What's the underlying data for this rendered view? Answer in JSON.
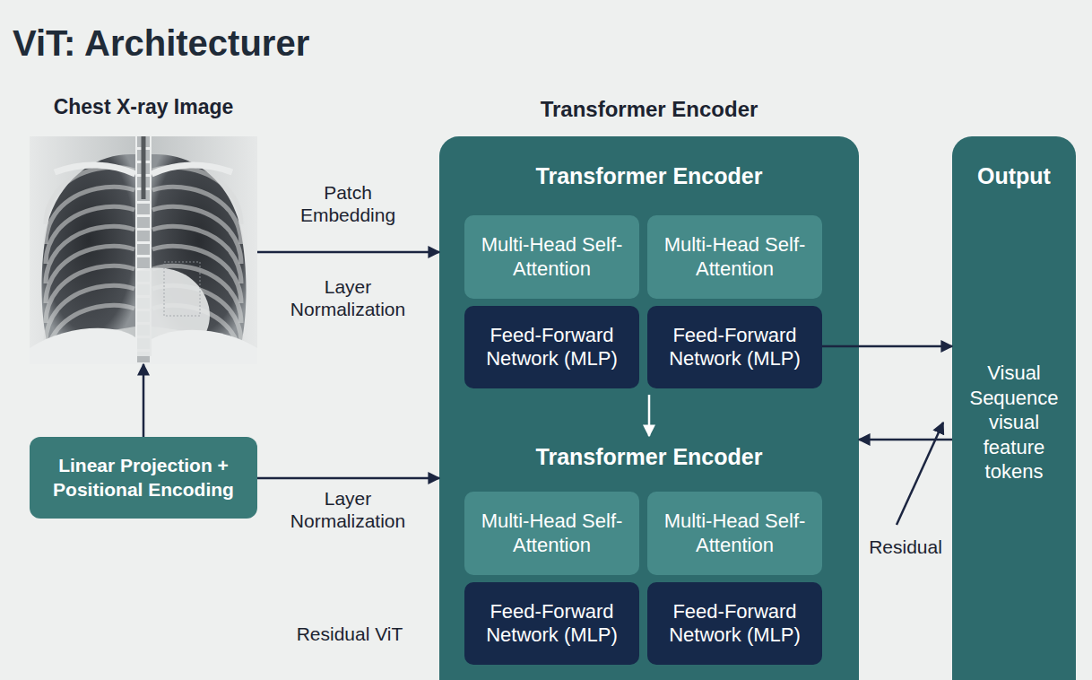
{
  "diagram": {
    "title": "ViT: Architecturer",
    "nodes": [
      {
        "text": [
          "Chest X-ray Image"
        ]
      },
      {
        "text": [
          "Linear Projection + Positional Encoding"
        ]
      },
      {
        "text": [
          "Transformer Encoder",
          "Transformer Encoder",
          "Transformer Encoder"
        ]
      },
      {
        "text": [
          "Multi-Head Self-Attention"
        ],
        "in": 2
      },
      {
        "text": [
          "Multi-Head Self-Attention"
        ],
        "in": 2
      },
      {
        "text": [
          "Feed-Forward Network (MLP)"
        ],
        "in": 2
      },
      {
        "text": [
          "Feed-Forward Network (MLP)"
        ],
        "in": 2
      },
      {
        "text": [
          "Multi-Head Self-Attention"
        ],
        "in": 2
      },
      {
        "text": [
          "Multi-Head Self-Attention"
        ],
        "in": 2
      },
      {
        "text": [
          "Feed-Forward Network (MLP)"
        ],
        "in": 2
      },
      {
        "text": [
          "Feed-Forward Network (MLP)"
        ],
        "in": 2
      },
      {
        "text": [
          "Output",
          "Visual Sequence visual feature tokens"
        ]
      }
    ],
    "edges": [
      {
        "from": 1,
        "to": 0,
        "arrow": "to"
      },
      {
        "from": 0,
        "to": 2,
        "arrow": "to"
      },
      {
        "from": 1,
        "to": 2,
        "arrow": "to"
      },
      {
        "from": 6,
        "to": 11,
        "arrow": "to"
      },
      {
        "from": 11,
        "to": 2,
        "arrow": "to"
      }
    ],
    "labels": [
      "Patch Embedding",
      "Layer Normalization",
      "Layer Normalization",
      "Residual",
      "Residual ViT"
    ]
  }
}
